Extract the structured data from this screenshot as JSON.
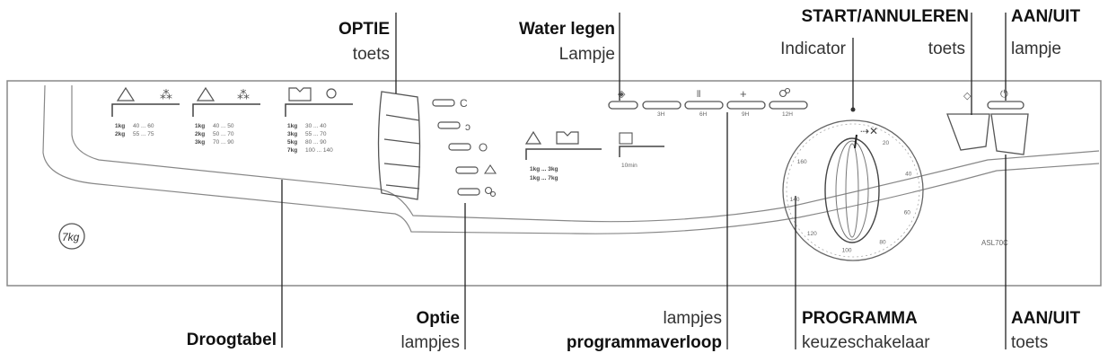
{
  "callouts": {
    "optie_toets": {
      "title": "OPTIE",
      "sub": "toets"
    },
    "water_legen": {
      "title": "Water legen",
      "sub": "Lampje"
    },
    "start_annuleren": {
      "title": "START/ANNULEREN",
      "sub_indicator": "Indicator",
      "sub_toets": "toets"
    },
    "aan_uit_lampje": {
      "title": "AAN/UIT",
      "sub": "lampje"
    },
    "droogtabel": {
      "title": "Droogtabel"
    },
    "optie_lampjes": {
      "title": "Optie",
      "sub": "lampjes"
    },
    "programmaverloop": {
      "sub": "lampjes",
      "title": "programmaverloop"
    },
    "programma": {
      "title": "PROGRAMMA",
      "sub": "keuzeschakelaar"
    },
    "aan_uit_toets": {
      "title": "AAN/UIT",
      "sub": "toets"
    }
  },
  "panel": {
    "badge": "7kg",
    "model": "ASL70C",
    "dry_table": [
      {
        "rows": [
          [
            "1kg",
            "40 ... 60"
          ],
          [
            "2kg",
            "55 ... 75"
          ]
        ]
      },
      {
        "rows": [
          [
            "1kg",
            "40 ... 50"
          ],
          [
            "2kg",
            "50 ... 70"
          ],
          [
            "3kg",
            "70 ... 90"
          ]
        ]
      },
      {
        "rows": [
          [
            "1kg",
            "30 ... 40"
          ],
          [
            "3kg",
            "55 ... 70"
          ],
          [
            "5kg",
            "80 ... 90"
          ],
          [
            "7kg",
            "100 ... 140"
          ]
        ]
      }
    ],
    "load_rows": [
      "1kg ... 3kg",
      "1kg ... 7kg"
    ],
    "minutes_label": "10min",
    "progress_labels": [
      "3H",
      "6H",
      "9H",
      "12H"
    ],
    "dial_numbers": [
      "20",
      "40",
      "60",
      "80",
      "100",
      "120",
      "140",
      "160"
    ]
  }
}
